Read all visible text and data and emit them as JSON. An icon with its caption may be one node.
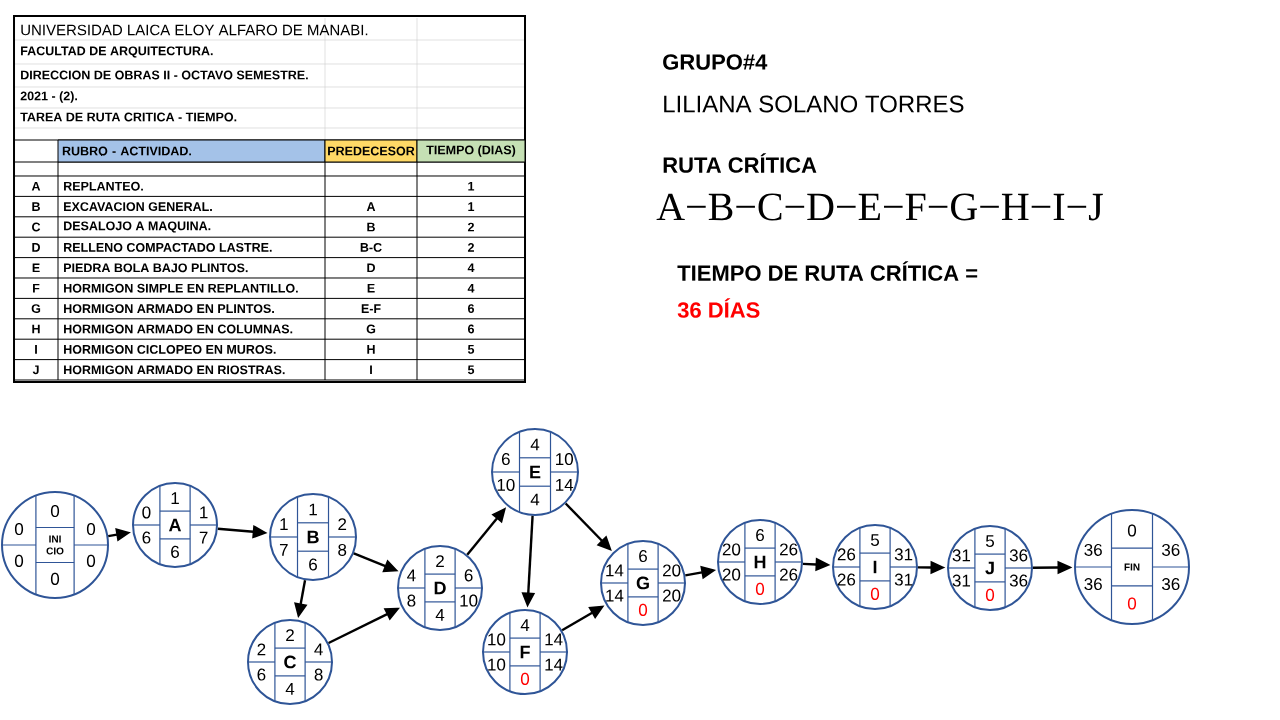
{
  "diagram": {
    "nodes": [
      {
        "text": [
          "0",
          "0",
          "0",
          "INI CIO",
          "0",
          "0",
          "0"
        ]
      },
      {
        "text": [
          "1",
          "0",
          "1",
          "A",
          "6",
          "7",
          "6"
        ]
      },
      {
        "text": [
          "1",
          "1",
          "2",
          "B",
          "7",
          "8",
          "6"
        ]
      },
      {
        "text": [
          "2",
          "2",
          "4",
          "C",
          "6",
          "8",
          "4"
        ]
      },
      {
        "text": [
          "2",
          "4",
          "6",
          "D",
          "8",
          "10",
          "4"
        ]
      },
      {
        "text": [
          "4",
          "6",
          "10",
          "E",
          "10",
          "14",
          "4"
        ]
      },
      {
        "text": [
          "4",
          "10",
          "14",
          "F",
          "10",
          "14",
          "0"
        ]
      },
      {
        "text": [
          "6",
          "14",
          "20",
          "G",
          "14",
          "20",
          "0"
        ]
      },
      {
        "text": [
          "6",
          "20",
          "26",
          "H",
          "20",
          "26",
          "0"
        ]
      },
      {
        "text": [
          "5",
          "26",
          "31",
          "I",
          "26",
          "31",
          "0"
        ]
      },
      {
        "text": [
          "5",
          "31",
          "36",
          "J",
          "31",
          "36",
          "0"
        ]
      },
      {
        "text": [
          "0",
          "36",
          "36",
          "FIN",
          "36",
          "36",
          "0"
        ]
      }
    ],
    "edges": [
      {
        "from": 0,
        "to": 1,
        "arrow": "to"
      },
      {
        "from": 1,
        "to": 2,
        "arrow": "to"
      },
      {
        "from": 2,
        "to": 3,
        "arrow": "to"
      },
      {
        "from": 2,
        "to": 4,
        "arrow": "to"
      },
      {
        "from": 3,
        "to": 4,
        "arrow": "to"
      },
      {
        "from": 4,
        "to": 5,
        "arrow": "to"
      },
      {
        "from": 5,
        "to": 6,
        "arrow": "to"
      },
      {
        "from": 5,
        "to": 7,
        "arrow": "to"
      },
      {
        "from": 6,
        "to": 7,
        "arrow": "to"
      },
      {
        "from": 7,
        "to": 8,
        "arrow": "to"
      },
      {
        "from": 8,
        "to": 9,
        "arrow": "to"
      },
      {
        "from": 9,
        "to": 10,
        "arrow": "to"
      },
      {
        "from": 10,
        "to": 11,
        "arrow": "to"
      }
    ],
    "labels": [
      "UNIVERSIDAD LAICA ELOY ALFARO DE MANABI.",
      "FACULTAD DE ARQUITECTURA.",
      "DIRECCION DE OBRAS II - OCTAVO SEMESTRE.",
      "2021 - (2).",
      "TAREA DE RUTA CRITICA - TIEMPO.",
      "RUBRO - ACTIVIDAD.",
      "PREDECESOR",
      "TIEMPO (DIAS)",
      "A",
      "REPLANTEO.",
      "1",
      "B",
      "EXCAVACION GENERAL.",
      "A",
      "1",
      "C",
      "DESALOJO A MAQUINA.",
      "B",
      "2",
      "D",
      "RELLENO COMPACTADO LASTRE.",
      "B-C",
      "2",
      "E",
      "PIEDRA BOLA BAJO PLINTOS.",
      "D",
      "4",
      "F",
      "HORMIGON SIMPLE EN REPLANTILLO.",
      "E",
      "4",
      "G",
      "HORMIGON ARMADO EN PLINTOS.",
      "E-F",
      "6",
      "H",
      "HORMIGON ARMADO EN COLUMNAS.",
      "G",
      "6",
      "I",
      "HORMIGON CICLOPEO EN MUROS.",
      "H",
      "5",
      "J",
      "HORMIGON ARMADO EN RIOSTRAS.",
      "I",
      "5",
      "GRUPO#4",
      "LILIANA SOLANO TORRES",
      "RUTA CRÍTICA",
      "A−B−C−D−E−F−G−H−I−J",
      "TIEMPO DE RUTA CRÍTICA =",
      "36 DÍAS"
    ]
  }
}
